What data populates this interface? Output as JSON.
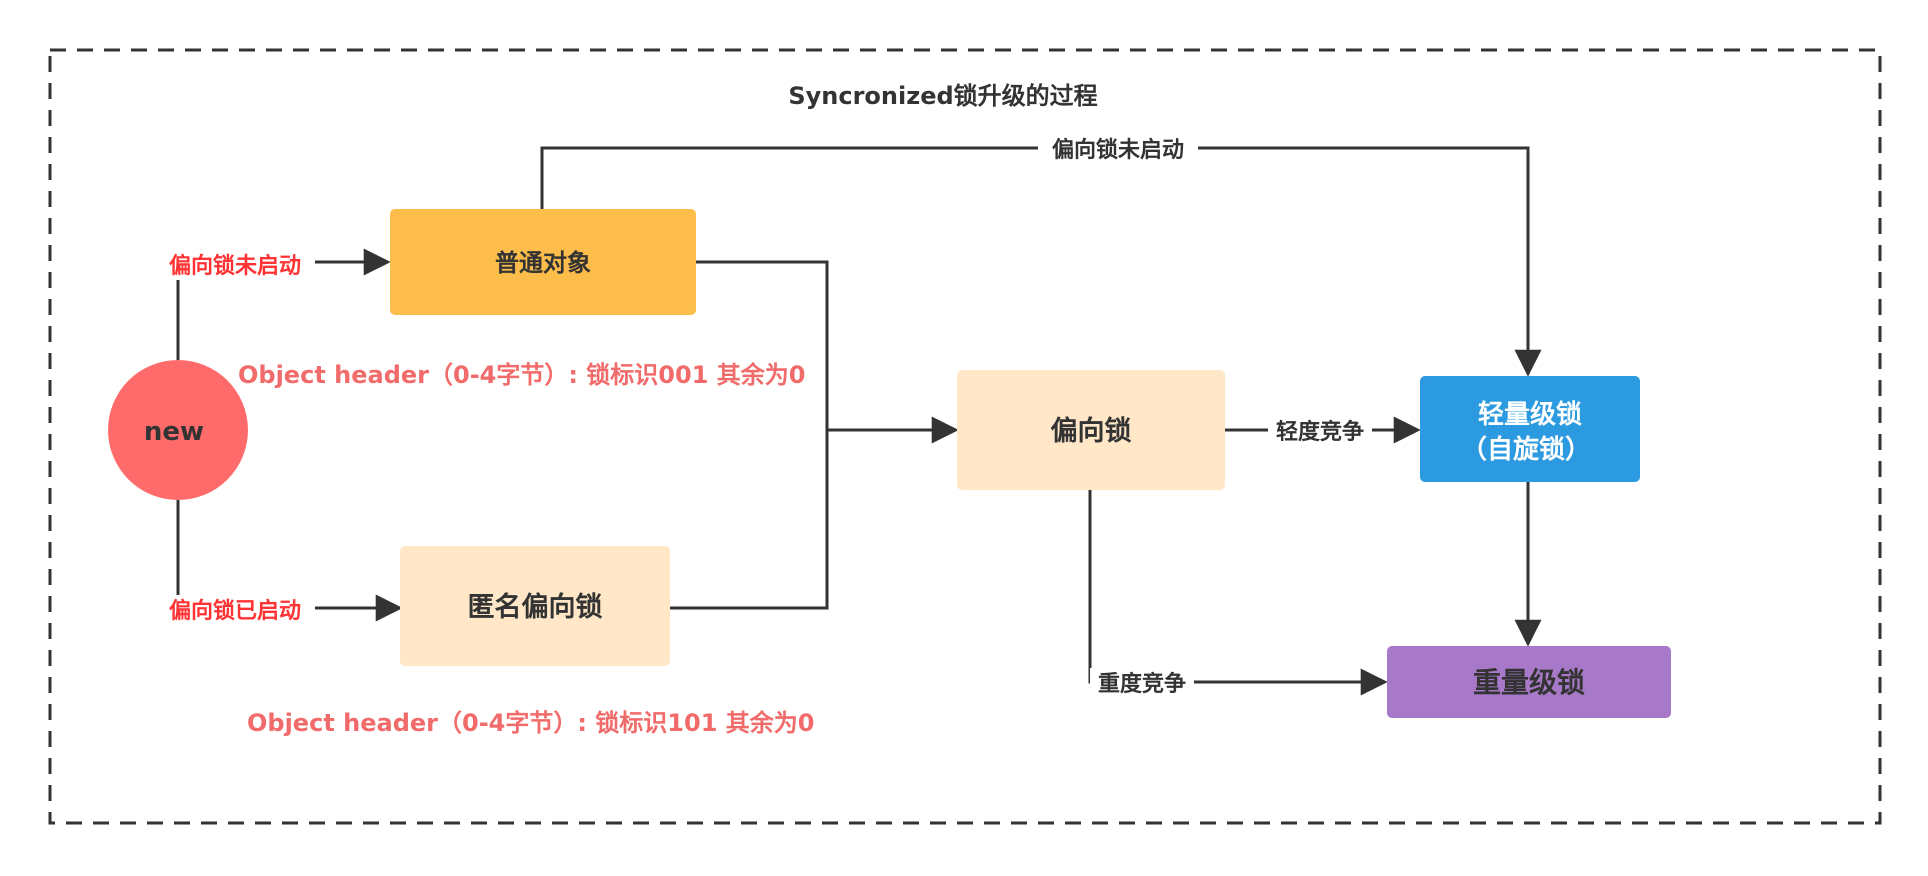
{
  "title": "Syncronized锁升级的过程",
  "colors": {
    "frame": "#333333",
    "edge": "#333333",
    "red_label": "#ff3333",
    "pink_label": "#f26b6b",
    "new_node": "#ff6b6b",
    "normal_object": "#fdbd4a",
    "biased": "#ffe7c8",
    "lightweight": "#2b9ae0",
    "heavyweight": "#a779c8",
    "dark_text": "#333333",
    "white_text": "#ffffff"
  },
  "nodes": {
    "new": "new",
    "normal_object": "普通对象",
    "anon_biased": "匿名偏向锁",
    "biased": "偏向锁",
    "lightweight_line1": "轻量级锁",
    "lightweight_line2": "（自旋锁）",
    "heavyweight": "重量级锁"
  },
  "edge_labels": {
    "new_to_normal": "偏向锁未启动",
    "new_to_anon": "偏向锁已启动",
    "normal_to_lightweight": "偏向锁未启动",
    "biased_to_lightweight": "轻度竞争",
    "biased_to_heavyweight": "重度竞争"
  },
  "notes": {
    "normal_header": "Object header（0-4字节）: 锁标识001 其余为0",
    "anon_header": "Object header（0-4字节）: 锁标识101 其余为0"
  }
}
